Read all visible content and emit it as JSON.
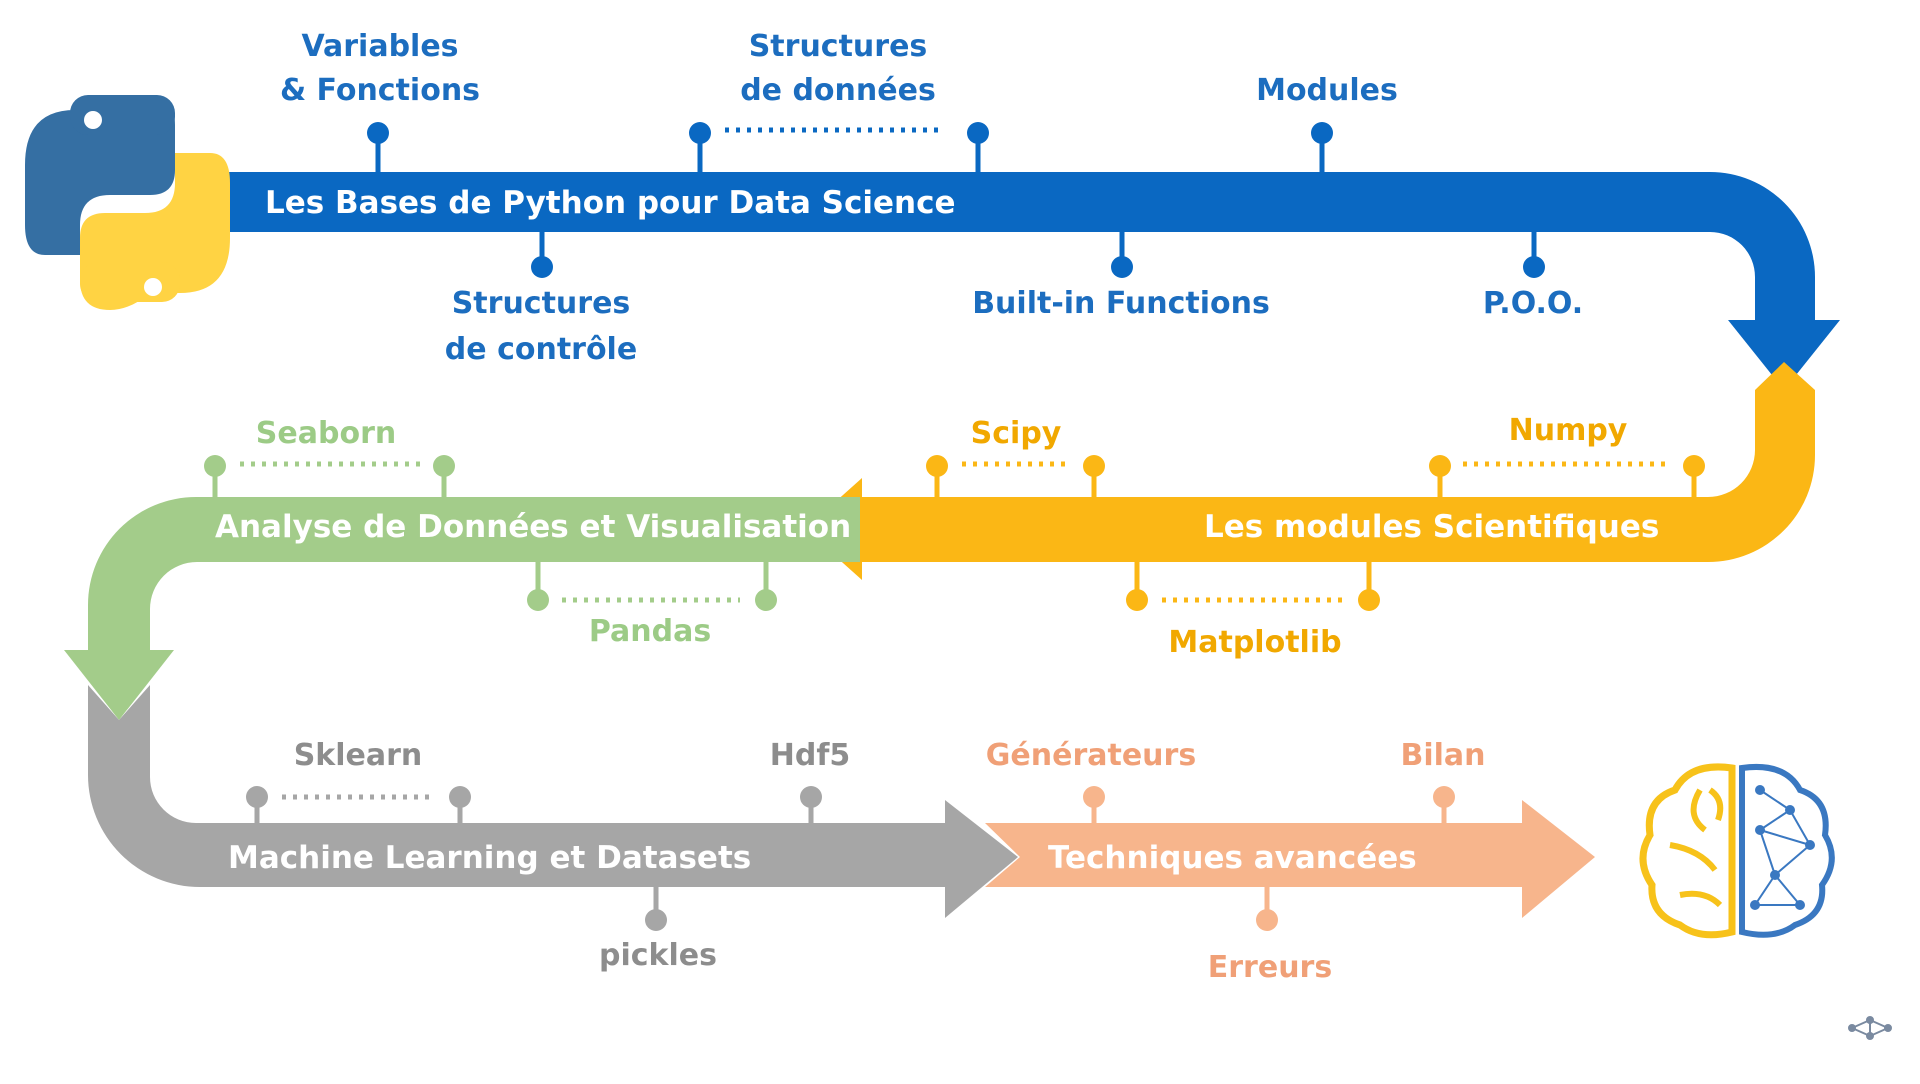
{
  "colors": {
    "blue": "#0a68c2",
    "yellow": "#fbb715",
    "green": "#a3cc8a",
    "gray": "#a6a6a6",
    "orange": "#f7b58c",
    "blue_text": "#1c6dbf",
    "yellow_text": "#f1a800",
    "green_text": "#9ccb86",
    "gray_text": "#8d8d8d",
    "orange_text": "#f0a077",
    "python_blue": "#356fa3",
    "python_yellow": "#ffd343",
    "brain_yellow": "#f7c21a",
    "brain_blue": "#3a78c1"
  },
  "icons": {
    "logo": "python-logo-icon",
    "brain": "brain-ai-icon",
    "corner": "network-icon"
  },
  "track1": {
    "title": "Les Bases de Python pour Data Science",
    "above": {
      "variables_1": "Variables",
      "variables_2": "& Fonctions",
      "structures_donnees_1": "Structures",
      "structures_donnees_2": "de données",
      "modules": "Modules"
    },
    "below": {
      "structures_controle_1": "Structures",
      "structures_controle_2": "de contrôle",
      "builtin": "Built-in Functions",
      "poo": "P.O.O."
    }
  },
  "track2": {
    "title": "Les modules Scientifiques",
    "above": {
      "scipy": "Scipy",
      "numpy": "Numpy"
    },
    "below": {
      "matplotlib": "Matplotlib"
    }
  },
  "track3": {
    "title": "Analyse de Données et Visualisation",
    "above": {
      "seaborn": "Seaborn"
    },
    "below": {
      "pandas": "Pandas"
    }
  },
  "track4": {
    "title": "Machine Learning et Datasets",
    "above": {
      "sklearn": "Sklearn",
      "hdf5": "Hdf5"
    },
    "below": {
      "pickles": "pickles"
    }
  },
  "track5": {
    "title": "Techniques avancées",
    "above": {
      "generateurs": "Générateurs",
      "bilan": "Bilan"
    },
    "below": {
      "erreurs": "Erreurs"
    }
  }
}
